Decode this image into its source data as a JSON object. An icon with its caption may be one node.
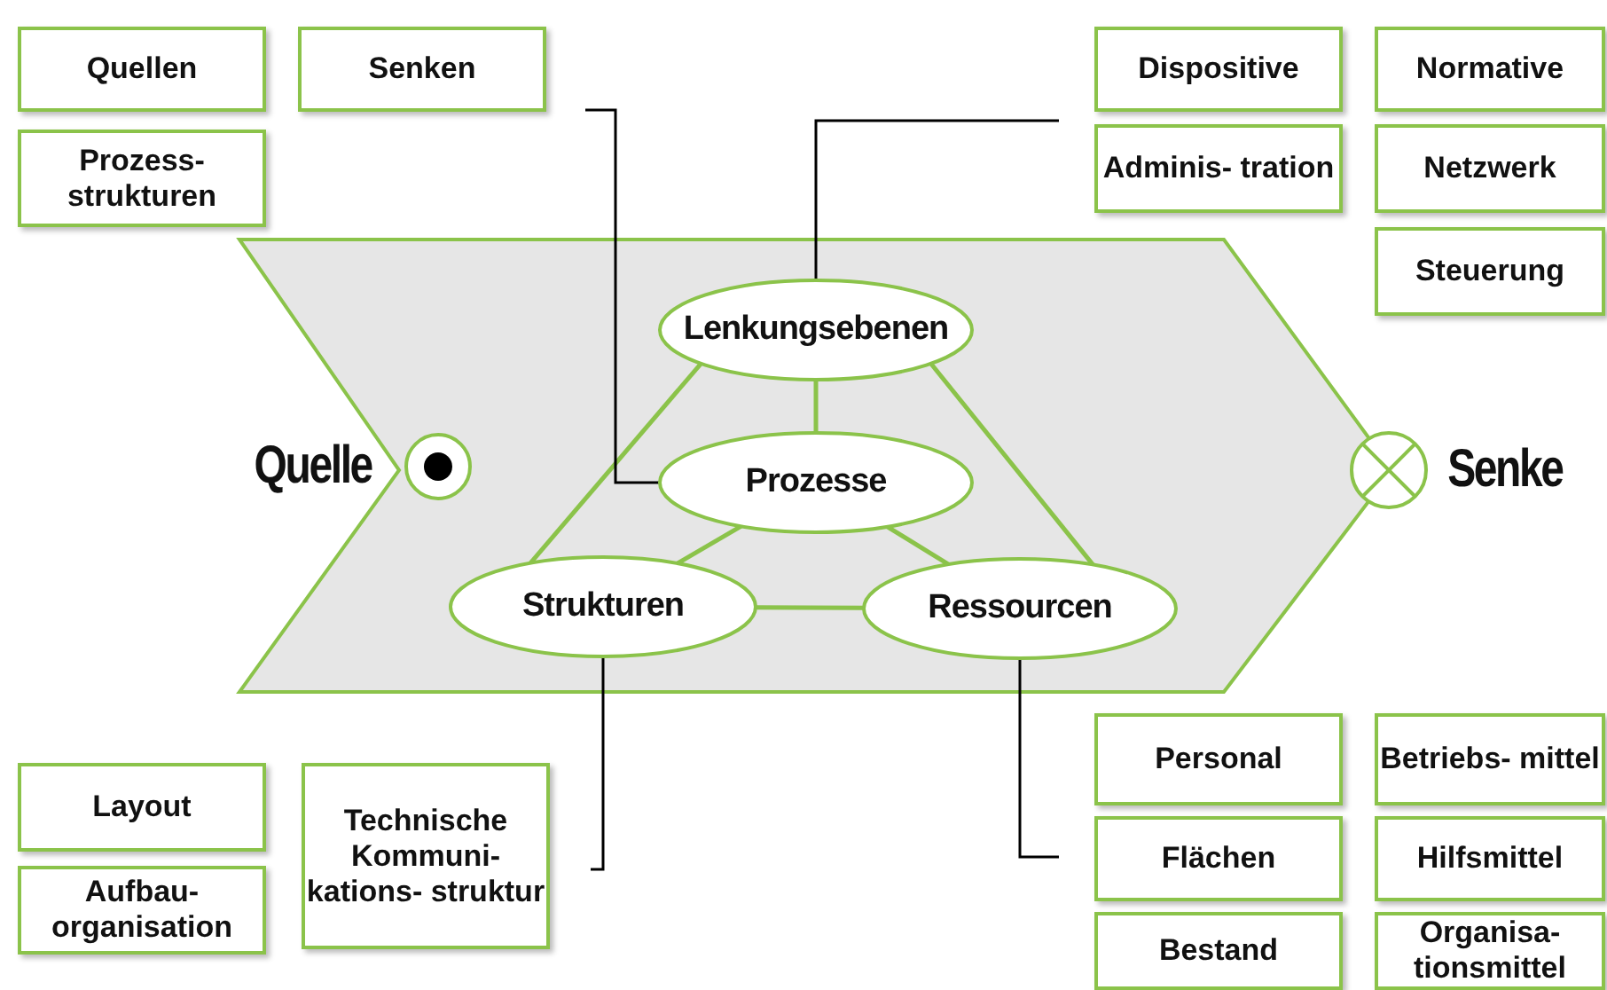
{
  "diagram": {
    "nodes": [
      {
        "text": [
          "Quellen"
        ]
      },
      {
        "text": [
          "Senken"
        ]
      },
      {
        "text": [
          "Prozess- strukturen"
        ]
      },
      {
        "text": [
          "Dispositive"
        ]
      },
      {
        "text": [
          "Normative"
        ]
      },
      {
        "text": [
          "Adminis- tration"
        ]
      },
      {
        "text": [
          "Netzwerk"
        ]
      },
      {
        "text": [
          "Steuerung"
        ]
      },
      {
        "text": [
          "Quelle"
        ]
      },
      {
        "text": [
          "Lenkungsebenen"
        ]
      },
      {
        "text": [
          "Prozesse"
        ]
      },
      {
        "text": [
          "Senke"
        ]
      },
      {
        "text": [
          "Strukturen"
        ]
      },
      {
        "text": [
          "Ressourcen"
        ]
      },
      {
        "text": [
          "Layout"
        ]
      },
      {
        "text": [
          "Technische Kommuni- kations- struktur"
        ]
      },
      {
        "text": [
          "Personal"
        ]
      },
      {
        "text": [
          "Betriebs- mittel"
        ]
      },
      {
        "text": [
          "Aufbau- organisation"
        ]
      },
      {
        "text": [
          "Flächen"
        ]
      },
      {
        "text": [
          "Hilfsmittel"
        ]
      },
      {
        "text": [
          "Bestand"
        ]
      },
      {
        "text": [
          "Organisa- tionsmittel"
        ]
      }
    ],
    "edges": [
      {
        "from": 9,
        "to": 10,
        "arrow": "none"
      },
      {
        "from": 9,
        "to": 12,
        "arrow": "none"
      },
      {
        "from": 9,
        "to": 13,
        "arrow": "none"
      },
      {
        "from": 10,
        "to": 12,
        "arrow": "none"
      },
      {
        "from": 10,
        "to": 13,
        "arrow": "none"
      },
      {
        "from": 12,
        "to": 13,
        "arrow": "none"
      },
      {
        "from": 10,
        "to": null,
        "arrow": "none",
        "color": "#000000"
      },
      {
        "from": 9,
        "to": null,
        "arrow": "none",
        "color": "#000000"
      },
      {
        "from": 12,
        "to": null,
        "arrow": "none",
        "color": "#000000"
      },
      {
        "from": 13,
        "to": null,
        "arrow": "none",
        "color": "#000000"
      }
    ]
  }
}
